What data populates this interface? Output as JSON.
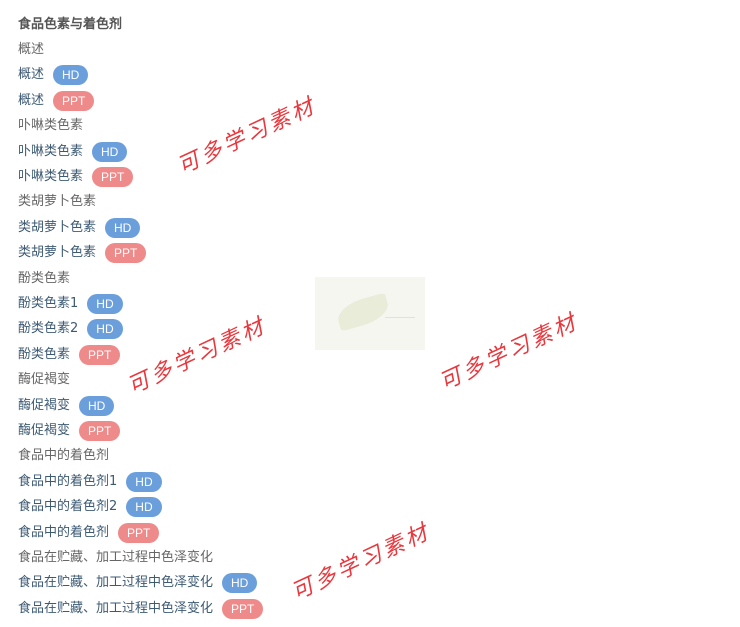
{
  "title": "食品色素与着色剂",
  "watermark": "可多学习素材",
  "items": [
    {
      "type": "head",
      "label": "概述"
    },
    {
      "type": "link",
      "label": "概述",
      "badge": "HD"
    },
    {
      "type": "link",
      "label": "概述",
      "badge": "PPT"
    },
    {
      "type": "head",
      "label": "卟啉类色素"
    },
    {
      "type": "link",
      "label": "卟啉类色素",
      "badge": "HD"
    },
    {
      "type": "link",
      "label": "卟啉类色素",
      "badge": "PPT"
    },
    {
      "type": "head",
      "label": "类胡萝卜色素"
    },
    {
      "type": "link",
      "label": "类胡萝卜色素",
      "badge": "HD"
    },
    {
      "type": "link",
      "label": "类胡萝卜色素",
      "badge": "PPT"
    },
    {
      "type": "head",
      "label": "酚类色素"
    },
    {
      "type": "link",
      "label": "酚类色素1",
      "badge": "HD"
    },
    {
      "type": "link",
      "label": "酚类色素2",
      "badge": "HD"
    },
    {
      "type": "link",
      "label": "酚类色素",
      "badge": "PPT"
    },
    {
      "type": "head",
      "label": "酶促褐变"
    },
    {
      "type": "link",
      "label": "酶促褐变",
      "badge": "HD"
    },
    {
      "type": "link",
      "label": "酶促褐变",
      "badge": "PPT"
    },
    {
      "type": "head",
      "label": "食品中的着色剂"
    },
    {
      "type": "link",
      "label": "食品中的着色剂1",
      "badge": "HD"
    },
    {
      "type": "link",
      "label": "食品中的着色剂2",
      "badge": "HD"
    },
    {
      "type": "link",
      "label": "食品中的着色剂",
      "badge": "PPT"
    },
    {
      "type": "head",
      "label": "食品在贮藏、加工过程中色泽变化"
    },
    {
      "type": "link",
      "label": "食品在贮藏、加工过程中色泽变化",
      "badge": "HD"
    },
    {
      "type": "link",
      "label": "食品在贮藏、加工过程中色泽变化",
      "badge": "PPT"
    }
  ]
}
